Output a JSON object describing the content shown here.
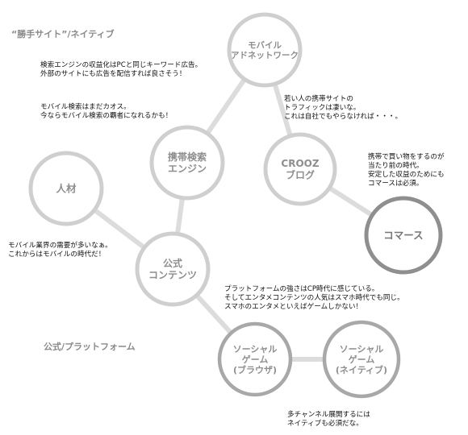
{
  "section_labels": {
    "top": "“勝手サイト”/ネイティブ",
    "bottom": "公式/プラットフォーム"
  },
  "nodes": [
    {
      "id": "mobile-ad-network",
      "lines": [
        "モバイル",
        "アドネットワーク"
      ],
      "style": "light"
    },
    {
      "id": "mobile-search",
      "lines": [
        "携帯検索",
        "エンジン"
      ],
      "style": "light"
    },
    {
      "id": "crooz-blog",
      "lines": [
        "CROOZ",
        "ブログ"
      ],
      "style": "light"
    },
    {
      "id": "jinzai",
      "lines": [
        "人材"
      ],
      "style": "light"
    },
    {
      "id": "commerce",
      "lines": [
        "コマース"
      ],
      "style": "dark"
    },
    {
      "id": "official-content",
      "lines": [
        "公式",
        "コンテンツ"
      ],
      "style": "light"
    },
    {
      "id": "social-game-browser",
      "lines": [
        "ソーシャル",
        "ゲーム",
        "(ブラウザ)"
      ],
      "style": "medium"
    },
    {
      "id": "social-game-native",
      "lines": [
        "ソーシャル",
        "ゲーム",
        "(ネイティブ)"
      ],
      "style": "medium"
    }
  ],
  "notes": {
    "search_monetize": [
      "検索エンジンの収益化はPCと同じキーワード広告。",
      "外部のサイトにも広告を配信すれば良さそう！"
    ],
    "mobile_search_chaos": [
      "モバイル検索はまだカオス。",
      "今ならモバイル検索の覇者になれるかも！"
    ],
    "young_traffic": [
      "若い人の携帯サイトの",
      "トラフィックは凄いな。",
      "これは自社でもやらなければ・・・。"
    ],
    "commerce_note": [
      "携帯で買い物をするのが",
      "当たり前の時代。",
      "安定した収益のためにも",
      "コマースは必須。"
    ],
    "mobile_industry": [
      "モバイル業界の需要が多いなぁ。",
      "これからはモバイルの時代だ！"
    ],
    "platform_note": [
      "プラットフォームの強さはCP時代に感じている。",
      "そしてエンタメコンテンツの人気はスマホ時代でも同じ。",
      "スマホのエンタメといえばゲームしかない！"
    ],
    "multichannel": [
      "多チャンネル展開するには",
      "ネイティブも必須だな。"
    ]
  },
  "colors": {
    "line": "#dcdcdc",
    "circle_light": "#cfcfcf",
    "circle_medium": "#a8a8a8",
    "circle_dark": "#8f8f8f"
  }
}
